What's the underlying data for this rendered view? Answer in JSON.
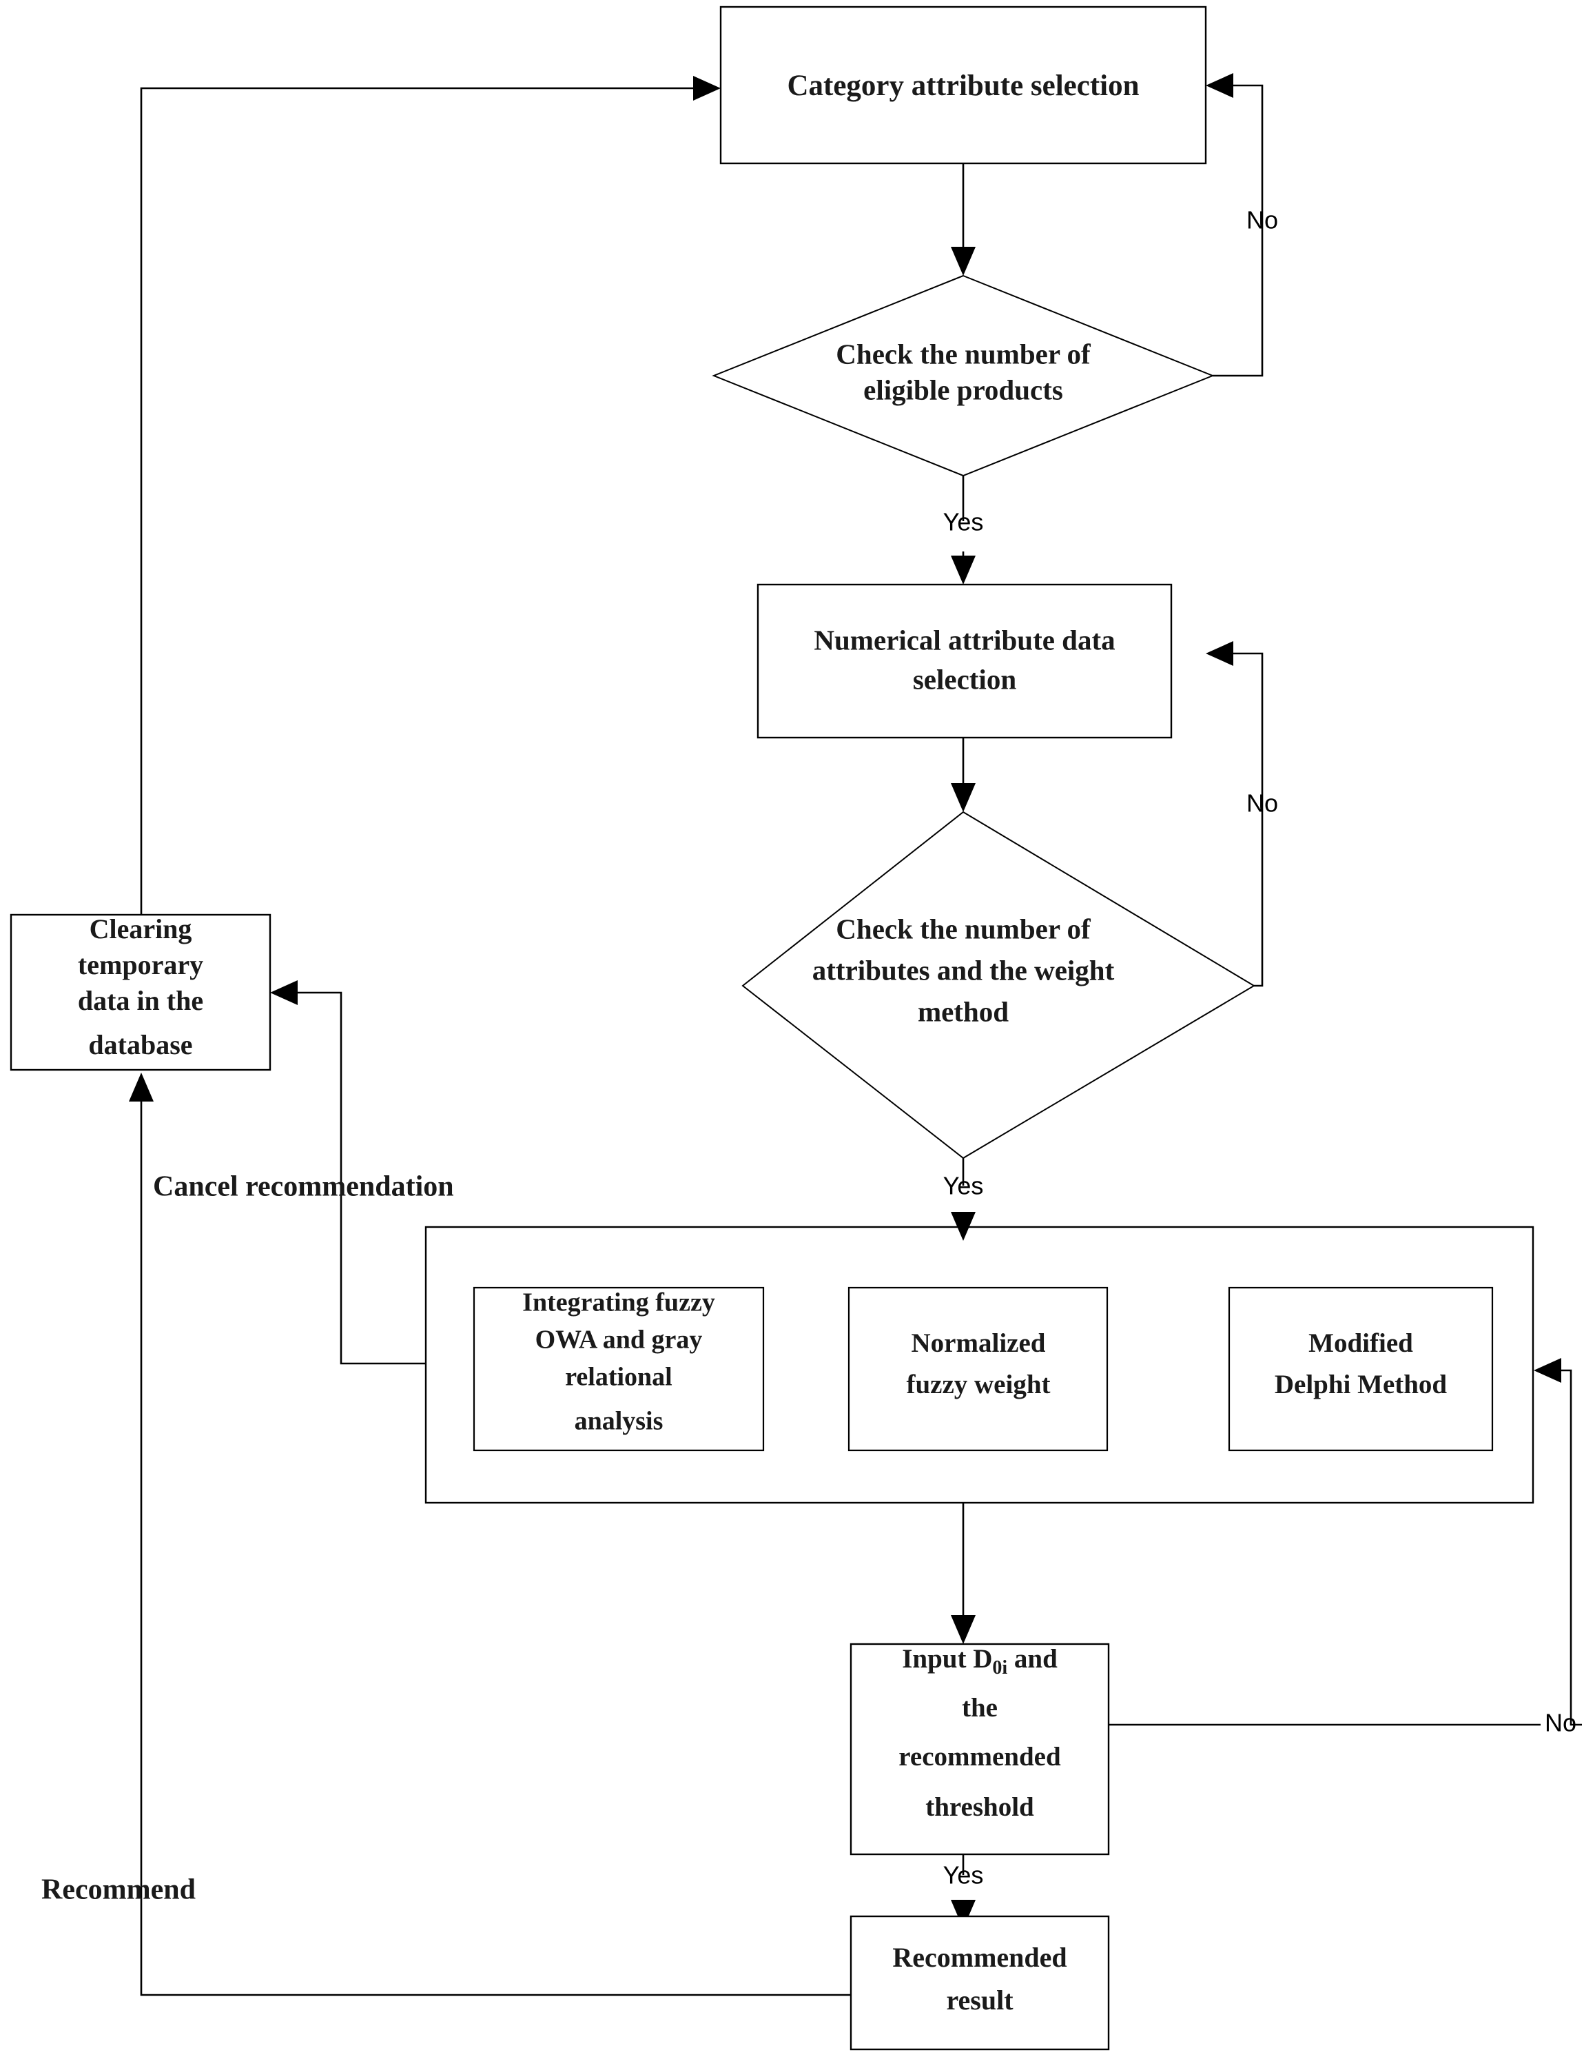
{
  "diagram": {
    "title": "Recommendation system process flowchart",
    "type": "flowchart",
    "colors": {
      "stroke": "#000000",
      "fill": "#ffffff",
      "text": "#1a1a1a"
    },
    "nodes": {
      "category_attribute_selection": {
        "label": "Category attribute selection",
        "shape": "process"
      },
      "check_eligible_products": {
        "label_line1": "Check the number of",
        "label_line2": "eligible products",
        "shape": "decision"
      },
      "numerical_attribute_selection": {
        "label_line1": "Numerical attribute data",
        "label_line2": "selection",
        "shape": "process"
      },
      "check_attributes_weight": {
        "label_line1": "Check the number of",
        "label_line2": "attributes and the weight",
        "label_line3": "method",
        "shape": "decision"
      },
      "clearing_temporary_data": {
        "label_line1": "Clearing",
        "label_line2": "temporary",
        "label_line3": "data in the",
        "label_line4": "database",
        "shape": "process"
      },
      "method_container": {
        "label": "",
        "shape": "group"
      },
      "integrating_fuzzy_owa": {
        "label_line1": "Integrating fuzzy",
        "label_line2": "OWA and gray",
        "label_line3": "relational",
        "label_line4": "analysis",
        "shape": "process"
      },
      "normalized_fuzzy_weight": {
        "label_line1": "Normalized",
        "label_line2": "fuzzy weight",
        "shape": "process"
      },
      "modified_delphi_method": {
        "label_line1": "Modified",
        "label_line2": "Delphi Method",
        "shape": "process"
      },
      "input_threshold": {
        "label_line1_pre": "Input D",
        "label_line1_sub": "0i",
        "label_line1_post": " and",
        "label_line2": "the",
        "label_line3": "recommended",
        "label_line4": "threshold",
        "shape": "process"
      },
      "recommended_result": {
        "label_line1": "Recommended",
        "label_line2": "result",
        "shape": "process"
      }
    },
    "edge_labels": {
      "no_eligible_products": "No",
      "yes_eligible_products": "Yes",
      "no_attributes_weight": "No",
      "yes_attributes_weight": "Yes",
      "no_threshold": "No",
      "yes_threshold": "Yes",
      "cancel_recommendation": "Cancel recommendation",
      "recommend": "Recommend"
    },
    "edges": [
      {
        "from": "category_attribute_selection",
        "to": "check_eligible_products",
        "label": ""
      },
      {
        "from": "check_eligible_products",
        "to": "category_attribute_selection",
        "label": "No"
      },
      {
        "from": "check_eligible_products",
        "to": "numerical_attribute_selection",
        "label": "Yes"
      },
      {
        "from": "numerical_attribute_selection",
        "to": "check_attributes_weight",
        "label": ""
      },
      {
        "from": "check_attributes_weight",
        "to": "numerical_attribute_selection",
        "label": "No"
      },
      {
        "from": "check_attributes_weight",
        "to": "method_container",
        "label": "Yes"
      },
      {
        "from": "method_container",
        "to": "clearing_temporary_data",
        "label": "Cancel recommendation"
      },
      {
        "from": "method_container",
        "to": "input_threshold",
        "label": ""
      },
      {
        "from": "input_threshold",
        "to": "method_container",
        "label": "No"
      },
      {
        "from": "input_threshold",
        "to": "recommended_result",
        "label": "Yes"
      },
      {
        "from": "recommended_result",
        "to": "clearing_temporary_data",
        "label": "Recommend"
      },
      {
        "from": "clearing_temporary_data",
        "to": "category_attribute_selection",
        "label": ""
      }
    ]
  }
}
